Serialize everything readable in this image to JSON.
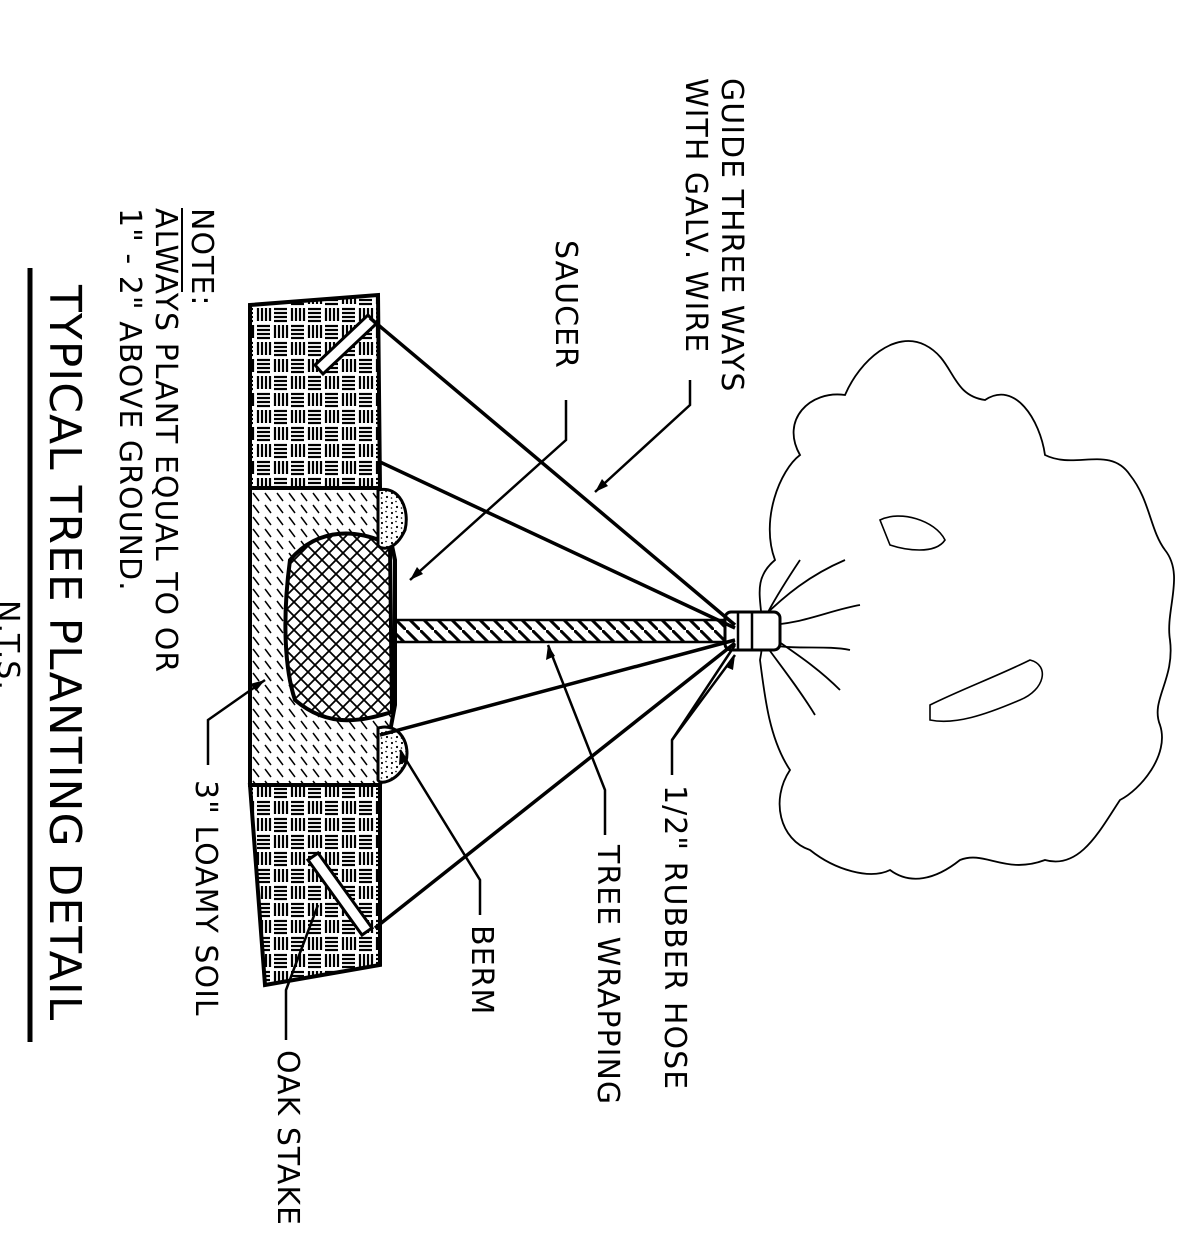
{
  "title": "TYPICAL TREE PLANTING DETAIL",
  "scale_note": "N.T.S.",
  "note": {
    "heading": "NOTE:",
    "line1": "ALWAYS PLANT EQUAL TO OR",
    "line2": "1\" - 2\" ABOVE GROUND."
  },
  "callouts": {
    "guide_line1": "GUIDE THREE WAYS",
    "guide_line2": "WITH GALV. WIRE",
    "saucer": "SAUCER",
    "rubber_hose": "1/2\" RUBBER HOSE",
    "tree_wrapping": "TREE WRAPPING",
    "berm": "BERM",
    "loamy_soil": "3\" LOAMY SOIL",
    "oak_stake": "OAK STAKE"
  }
}
